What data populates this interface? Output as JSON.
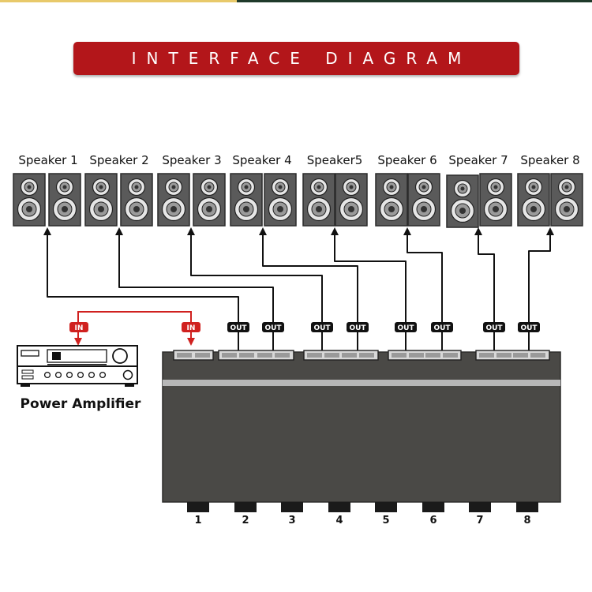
{
  "title": "INTERFACE DIAGRAM",
  "speakers": [
    {
      "label": "Speaker 1",
      "channel": "1"
    },
    {
      "label": "Speaker 2",
      "channel": "2"
    },
    {
      "label": "Speaker 3",
      "channel": "3"
    },
    {
      "label": "Speaker 4",
      "channel": "4"
    },
    {
      "label": "Speaker5",
      "channel": "5"
    },
    {
      "label": "Speaker 6",
      "channel": "6"
    },
    {
      "label": "Speaker 7",
      "channel": "7"
    },
    {
      "label": "Speaker 8",
      "channel": "8"
    }
  ],
  "amplifier_label": "Power Amplifier",
  "input_tag": "IN",
  "output_tag": "OUT",
  "selector_buttons": [
    "1",
    "2",
    "3",
    "4",
    "5",
    "6",
    "7",
    "8"
  ],
  "colors": {
    "banner": "#b3161a",
    "input_wire": "#d0211f",
    "output_wire": "#111111",
    "switch_body": "#4a4946",
    "speaker_cabinet": "#595959"
  },
  "icons": [
    "speaker-icon",
    "amplifier-icon",
    "arrow-icon"
  ]
}
